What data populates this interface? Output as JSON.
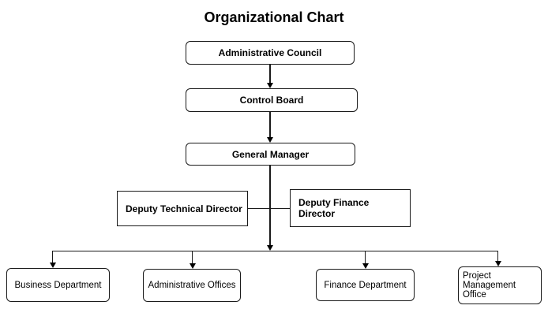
{
  "title": "Organizational Chart",
  "nodes": {
    "administrative_council": {
      "label": "Administrative Council"
    },
    "control_board": {
      "label": "Control Board"
    },
    "general_manager": {
      "label": "General Manager"
    },
    "deputy_technical_director": {
      "label": "Deputy Technical Director"
    },
    "deputy_finance_director": {
      "label": "Deputy Finance Director"
    },
    "business_department": {
      "label": "Business Department"
    },
    "administrative_offices": {
      "label": "Administrative Offices"
    },
    "finance_department": {
      "label": "Finance Department"
    },
    "project_management_office": {
      "label": "Project Management Office"
    }
  },
  "colors": {
    "border": "#1a1a1a",
    "background": "#ffffff",
    "text": "#000000"
  }
}
